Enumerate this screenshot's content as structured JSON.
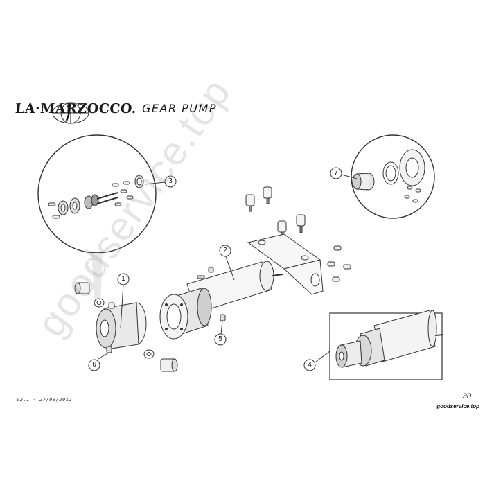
{
  "header": {
    "brand": "LA·MARZOCCO.",
    "title": "GEAR PUMP"
  },
  "callouts": [
    {
      "num": "1"
    },
    {
      "num": "2"
    },
    {
      "num": "3"
    },
    {
      "num": "4"
    },
    {
      "num": "5"
    },
    {
      "num": "6"
    },
    {
      "num": "7"
    }
  ],
  "footer": {
    "version": "V2.1 - 27/03/2012",
    "page": "30",
    "site": "goodservice.top"
  },
  "watermark": {
    "text": "goodservice.top"
  },
  "colors": {
    "line": "#3a3a3a",
    "fill_light": "#f2f2f2",
    "fill_mid": "#d9d9d9",
    "fill_dark": "#9a9a9a"
  }
}
